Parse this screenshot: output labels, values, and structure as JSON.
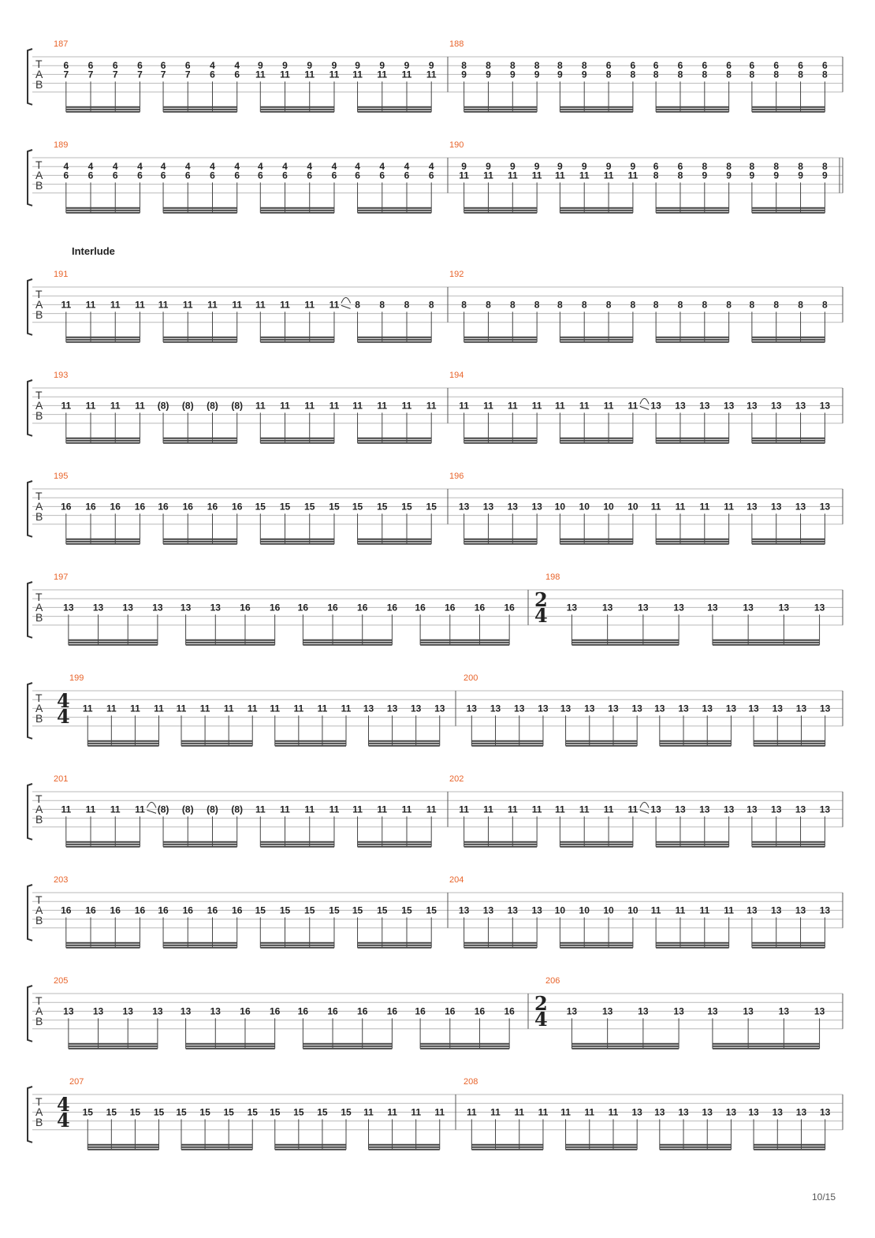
{
  "page_number": "10/15",
  "systems": [
    {
      "measures": [
        {
          "number": "187",
          "chords": [
            [
              "6",
              "7"
            ],
            [
              "6",
              "7"
            ],
            [
              "6",
              "7"
            ],
            [
              "6",
              "7"
            ],
            [
              "6",
              "7"
            ],
            [
              "6",
              "7"
            ],
            [
              "4",
              "6"
            ],
            [
              "4",
              "6"
            ],
            [
              "9",
              "11"
            ],
            [
              "9",
              "11"
            ],
            [
              "9",
              "11"
            ],
            [
              "9",
              "11"
            ],
            [
              "9",
              "11"
            ],
            [
              "9",
              "11"
            ],
            [
              "9",
              "11"
            ],
            [
              "9",
              "11"
            ]
          ]
        },
        {
          "number": "188",
          "chords": [
            [
              "8",
              "9"
            ],
            [
              "8",
              "9"
            ],
            [
              "8",
              "9"
            ],
            [
              "8",
              "9"
            ],
            [
              "8",
              "9"
            ],
            [
              "8",
              "9"
            ],
            [
              "6",
              "8"
            ],
            [
              "6",
              "8"
            ],
            [
              "6",
              "8"
            ],
            [
              "6",
              "8"
            ],
            [
              "6",
              "8"
            ],
            [
              "6",
              "8"
            ],
            [
              "6",
              "8"
            ],
            [
              "6",
              "8"
            ],
            [
              "6",
              "8"
            ],
            [
              "6",
              "8"
            ]
          ]
        }
      ]
    },
    {
      "final_barline": true,
      "measures": [
        {
          "number": "189",
          "chords": [
            [
              "4",
              "6"
            ],
            [
              "4",
              "6"
            ],
            [
              "4",
              "6"
            ],
            [
              "4",
              "6"
            ],
            [
              "4",
              "6"
            ],
            [
              "4",
              "6"
            ],
            [
              "4",
              "6"
            ],
            [
              "4",
              "6"
            ],
            [
              "4",
              "6"
            ],
            [
              "4",
              "6"
            ],
            [
              "4",
              "6"
            ],
            [
              "4",
              "6"
            ],
            [
              "4",
              "6"
            ],
            [
              "4",
              "6"
            ],
            [
              "4",
              "6"
            ],
            [
              "4",
              "6"
            ]
          ]
        },
        {
          "number": "190",
          "chords": [
            [
              "9",
              "11"
            ],
            [
              "9",
              "11"
            ],
            [
              "9",
              "11"
            ],
            [
              "9",
              "11"
            ],
            [
              "9",
              "11"
            ],
            [
              "9",
              "11"
            ],
            [
              "9",
              "11"
            ],
            [
              "9",
              "11"
            ],
            [
              "6",
              "8"
            ],
            [
              "6",
              "8"
            ],
            [
              "8",
              "9"
            ],
            [
              "8",
              "9"
            ],
            [
              "8",
              "9"
            ],
            [
              "8",
              "9"
            ],
            [
              "8",
              "9"
            ],
            [
              "8",
              "9"
            ]
          ]
        }
      ]
    },
    {
      "section": "Interlude",
      "measures": [
        {
          "number": "191",
          "notes": [
            "11",
            "11",
            "11",
            "11",
            "11",
            "11",
            "11",
            "11",
            "11",
            "11",
            "11",
            "11",
            "8",
            "8",
            "8",
            "8"
          ],
          "slide_after": 11
        },
        {
          "number": "192",
          "notes": [
            "8",
            "8",
            "8",
            "8",
            "8",
            "8",
            "8",
            "8",
            "8",
            "8",
            "8",
            "8",
            "8",
            "8",
            "8",
            "8"
          ]
        }
      ]
    },
    {
      "measures": [
        {
          "number": "193",
          "notes": [
            "11",
            "11",
            "11",
            "11",
            "(8)",
            "(8)",
            "(8)",
            "(8)",
            "11",
            "11",
            "11",
            "11",
            "11",
            "11",
            "11",
            "11"
          ]
        },
        {
          "number": "194",
          "notes": [
            "11",
            "11",
            "11",
            "11",
            "11",
            "11",
            "11",
            "11",
            "13",
            "13",
            "13",
            "13",
            "13",
            "13",
            "13",
            "13"
          ],
          "slide_after": 7
        }
      ]
    },
    {
      "measures": [
        {
          "number": "195",
          "notes": [
            "16",
            "16",
            "16",
            "16",
            "16",
            "16",
            "16",
            "16",
            "15",
            "15",
            "15",
            "15",
            "15",
            "15",
            "15",
            "15"
          ]
        },
        {
          "number": "196",
          "notes": [
            "13",
            "13",
            "13",
            "13",
            "10",
            "10",
            "10",
            "10",
            "11",
            "11",
            "11",
            "11",
            "13",
            "13",
            "13",
            "13"
          ]
        }
      ]
    },
    {
      "measures": [
        {
          "number": "197",
          "notes": [
            "13",
            "13",
            "13",
            "13",
            "13",
            "13",
            "16",
            "16",
            "16",
            "16",
            "16",
            "16",
            "16",
            "16",
            "16",
            "16"
          ]
        },
        {
          "number": "198",
          "time_signature": [
            "2",
            "4"
          ],
          "notes": [
            "13",
            "13",
            "13",
            "13",
            "13",
            "13",
            "13",
            "13"
          ]
        }
      ]
    },
    {
      "measures": [
        {
          "number": "199",
          "time_signature": [
            "4",
            "4"
          ],
          "notes": [
            "11",
            "11",
            "11",
            "11",
            "11",
            "11",
            "11",
            "11",
            "11",
            "11",
            "11",
            "11",
            "13",
            "13",
            "13",
            "13"
          ]
        },
        {
          "number": "200",
          "notes": [
            "13",
            "13",
            "13",
            "13",
            "13",
            "13",
            "13",
            "13",
            "13",
            "13",
            "13",
            "13",
            "13",
            "13",
            "13",
            "13"
          ]
        }
      ]
    },
    {
      "measures": [
        {
          "number": "201",
          "notes": [
            "11",
            "11",
            "11",
            "11",
            "(8)",
            "(8)",
            "(8)",
            "(8)",
            "11",
            "11",
            "11",
            "11",
            "11",
            "11",
            "11",
            "11"
          ],
          "slide_after": 3
        },
        {
          "number": "202",
          "notes": [
            "11",
            "11",
            "11",
            "11",
            "11",
            "11",
            "11",
            "11",
            "13",
            "13",
            "13",
            "13",
            "13",
            "13",
            "13",
            "13"
          ],
          "slide_after": 7
        }
      ]
    },
    {
      "measures": [
        {
          "number": "203",
          "notes": [
            "16",
            "16",
            "16",
            "16",
            "16",
            "16",
            "16",
            "16",
            "15",
            "15",
            "15",
            "15",
            "15",
            "15",
            "15",
            "15"
          ]
        },
        {
          "number": "204",
          "notes": [
            "13",
            "13",
            "13",
            "13",
            "10",
            "10",
            "10",
            "10",
            "11",
            "11",
            "11",
            "11",
            "13",
            "13",
            "13",
            "13"
          ]
        }
      ]
    },
    {
      "measures": [
        {
          "number": "205",
          "notes": [
            "13",
            "13",
            "13",
            "13",
            "13",
            "13",
            "16",
            "16",
            "16",
            "16",
            "16",
            "16",
            "16",
            "16",
            "16",
            "16"
          ]
        },
        {
          "number": "206",
          "time_signature": [
            "2",
            "4"
          ],
          "notes": [
            "13",
            "13",
            "13",
            "13",
            "13",
            "13",
            "13",
            "13"
          ]
        }
      ]
    },
    {
      "measures": [
        {
          "number": "207",
          "time_signature": [
            "4",
            "4"
          ],
          "notes": [
            "15",
            "15",
            "15",
            "15",
            "15",
            "15",
            "15",
            "15",
            "15",
            "15",
            "15",
            "15",
            "11",
            "11",
            "11",
            "11"
          ]
        },
        {
          "number": "208",
          "notes": [
            "11",
            "11",
            "11",
            "11",
            "11",
            "11",
            "11",
            "13",
            "13",
            "13",
            "13",
            "13",
            "13",
            "13",
            "13",
            "13"
          ]
        }
      ]
    }
  ]
}
